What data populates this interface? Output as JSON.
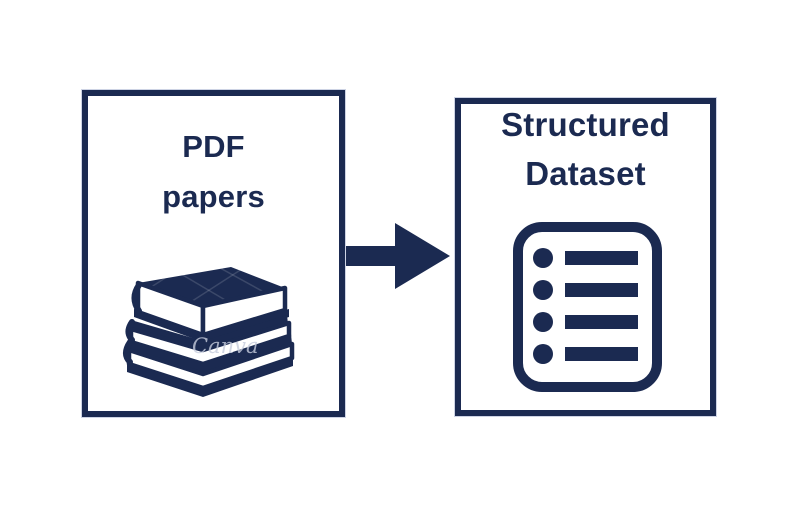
{
  "diagram": {
    "background": "#ffffff",
    "accent_color": "#1b2a51",
    "nodes": [
      {
        "id": "pdf-papers",
        "label": "PDF papers",
        "label_lines": [
          "PDF",
          "papers"
        ],
        "icon": "books-stack-icon"
      },
      {
        "id": "structured-dataset",
        "label": "Structured Dataset",
        "label_lines": [
          "Structured",
          "Dataset"
        ],
        "icon": "list-icon"
      }
    ],
    "connector": {
      "type": "arrow-right",
      "from": "pdf-papers",
      "to": "structured-dataset"
    },
    "watermark": "Canva"
  }
}
